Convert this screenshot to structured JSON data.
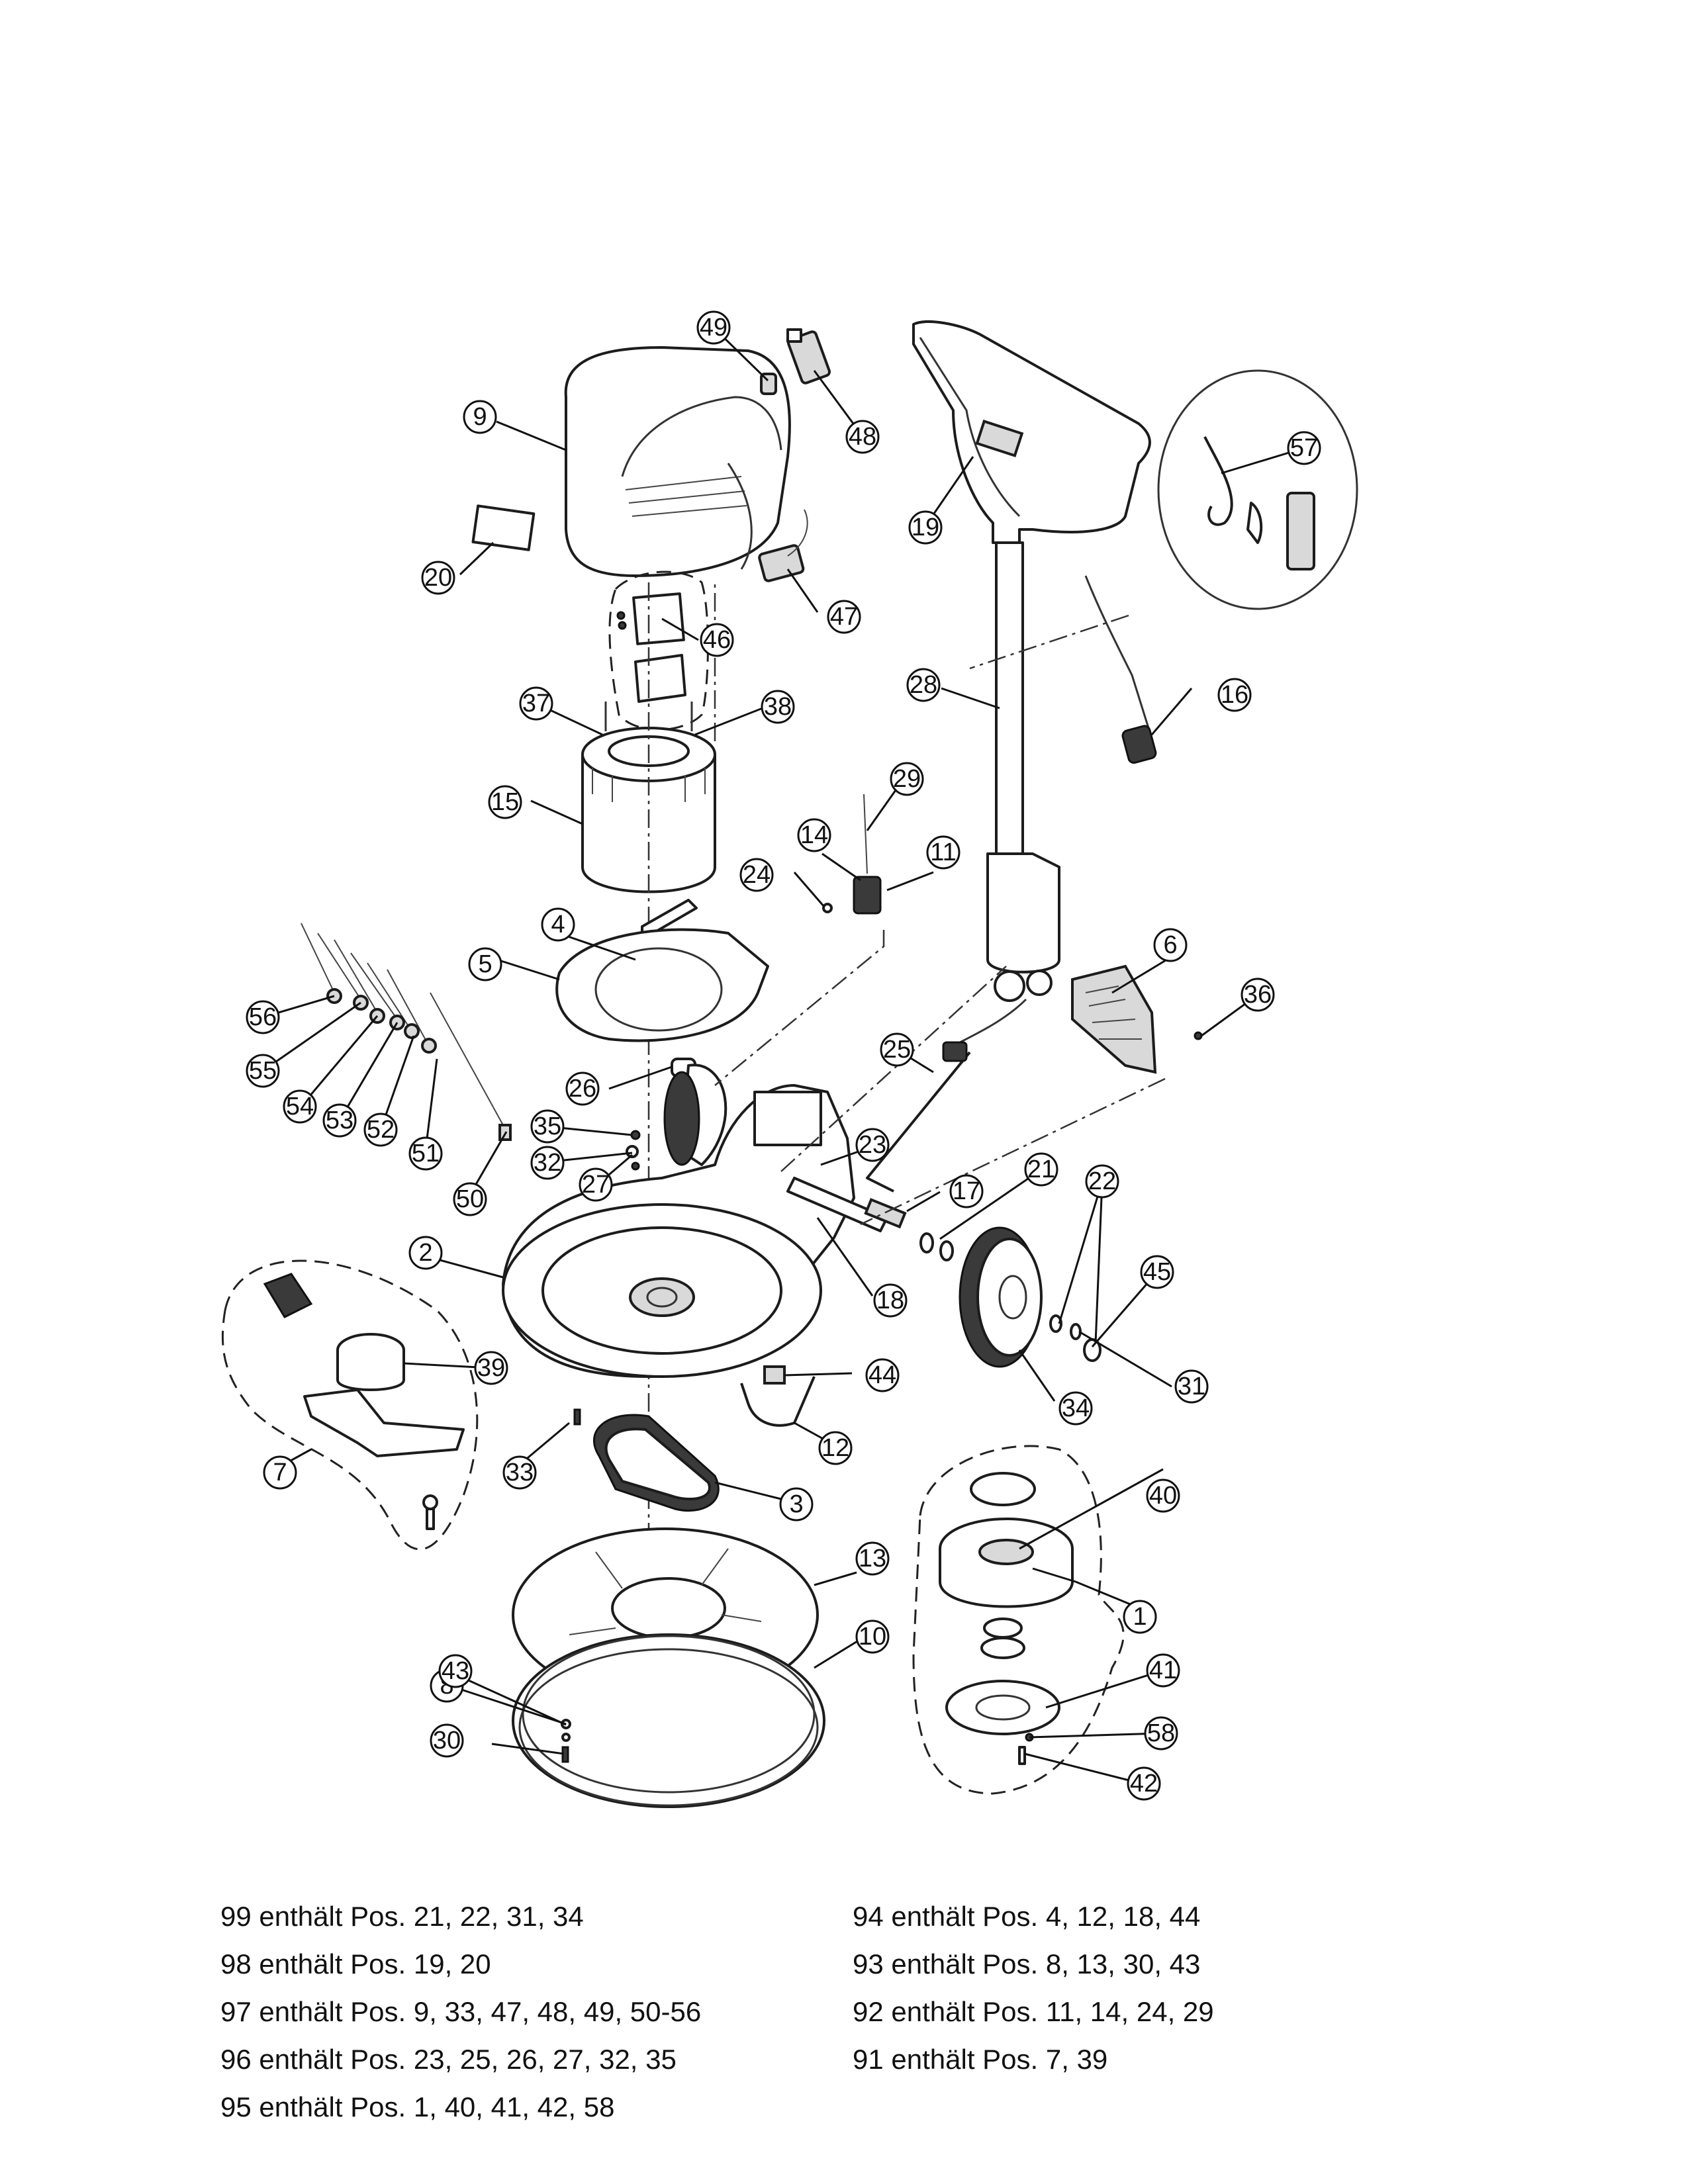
{
  "callouts": [
    "1",
    "2",
    "3",
    "4",
    "5",
    "6",
    "7",
    "8",
    "9",
    "10",
    "11",
    "12",
    "13",
    "14",
    "15",
    "16",
    "17",
    "18",
    "19",
    "20",
    "21",
    "22",
    "23",
    "24",
    "25",
    "26",
    "27",
    "28",
    "29",
    "30",
    "31",
    "32",
    "33",
    "34",
    "35",
    "36",
    "37",
    "38",
    "39",
    "40",
    "41",
    "42",
    "43",
    "44",
    "45",
    "46",
    "47",
    "48",
    "49",
    "50",
    "51",
    "52",
    "53",
    "54",
    "55",
    "56",
    "57",
    "58"
  ],
  "legend": {
    "left": [
      "99 enthält Pos. 21, 22, 31, 34",
      "98 enthält Pos. 19, 20",
      "97 enthält Pos. 9, 33, 47, 48, 49, 50-56",
      "96 enthält Pos. 23, 25, 26, 27, 32, 35",
      "95 enthält Pos. 1, 40, 41, 42, 58"
    ],
    "right": [
      "94 enthält Pos. 4, 12, 18, 44",
      "93 enthält Pos. 8, 13, 30, 43",
      "92 enthält Pos. 11, 14, 24, 29",
      "91 enthält Pos. 7, 39"
    ]
  }
}
